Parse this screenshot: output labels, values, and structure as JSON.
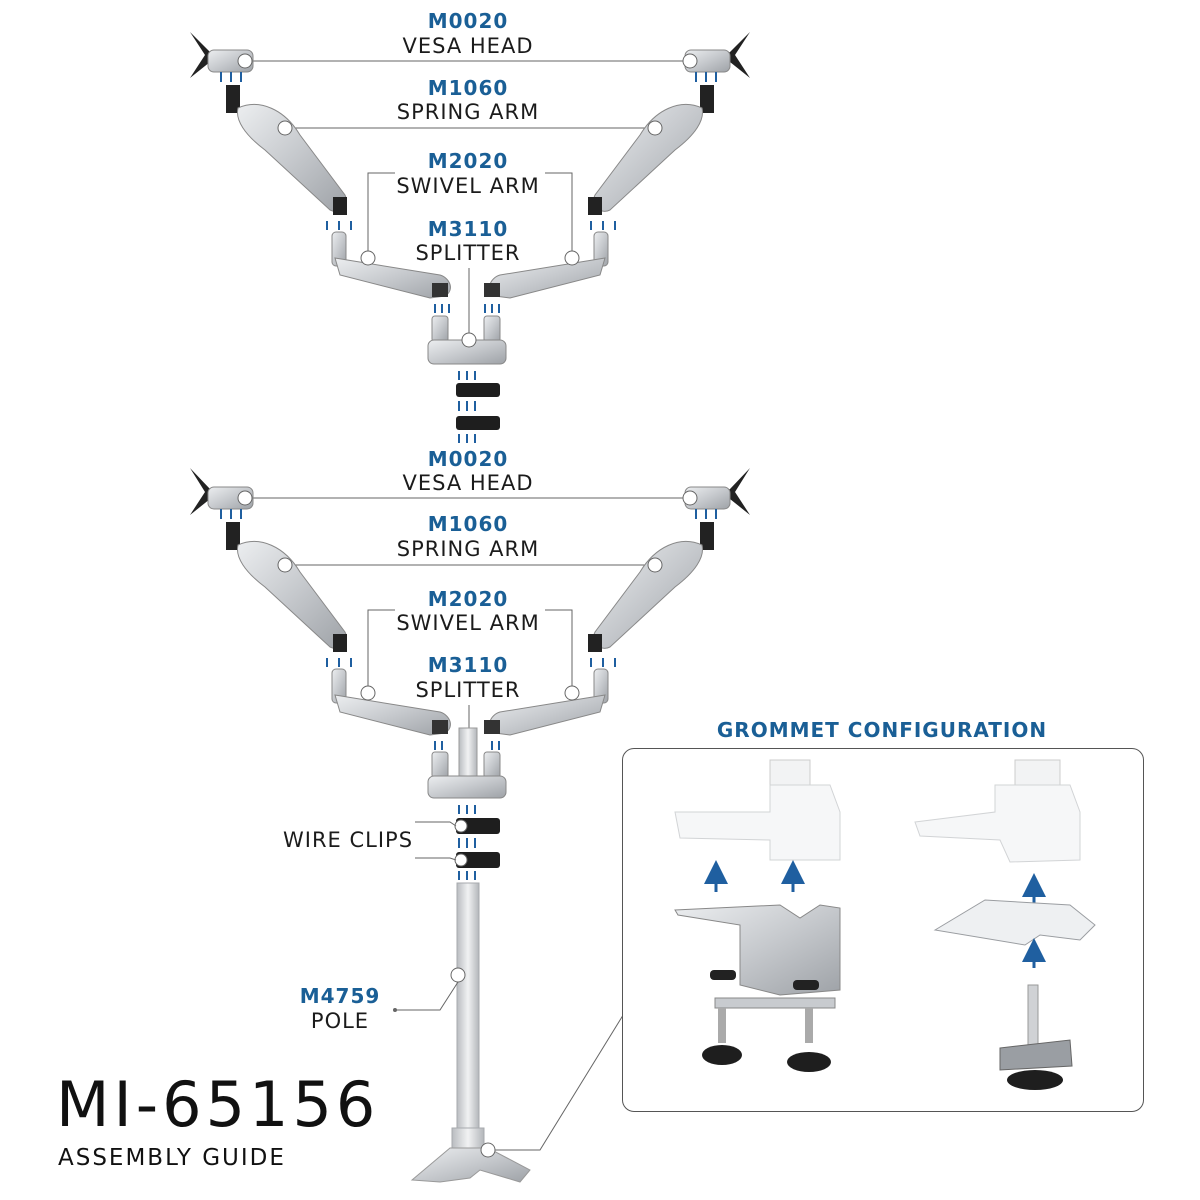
{
  "assembly": {
    "upper_tier": {
      "vesa_head": {
        "code": "M0020",
        "name": "VESA HEAD"
      },
      "spring_arm": {
        "code": "M1060",
        "name": "SPRING ARM"
      },
      "swivel_arm": {
        "code": "M2020",
        "name": "SWIVEL ARM"
      },
      "splitter": {
        "code": "M3110",
        "name": "SPLITTER"
      }
    },
    "lower_tier": {
      "vesa_head": {
        "code": "M0020",
        "name": "VESA HEAD"
      },
      "spring_arm": {
        "code": "M1060",
        "name": "SPRING ARM"
      },
      "swivel_arm": {
        "code": "M2020",
        "name": "SWIVEL ARM"
      },
      "splitter": {
        "code": "M3110",
        "name": "SPLITTER"
      }
    },
    "wire_clips": {
      "name": "WIRE CLIPS"
    },
    "pole": {
      "code": "M4759",
      "name": "POLE"
    }
  },
  "title": {
    "model": "MI-65156",
    "subtitle": "ASSEMBLY GUIDE"
  },
  "grommet": {
    "title": "GROMMET CONFIGURATION"
  },
  "colors": {
    "code_blue": "#1a5f96",
    "arrow_blue": "#1f5fa0",
    "metal": "#c9ccd0",
    "black_part": "#1e1e1e"
  }
}
